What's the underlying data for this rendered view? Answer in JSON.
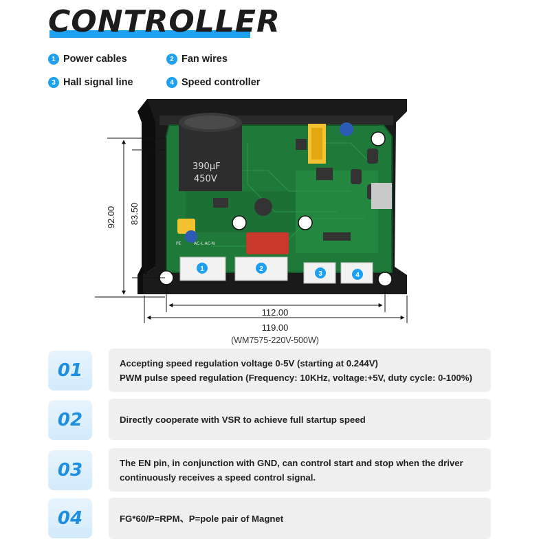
{
  "title": "CONTROLLER",
  "legend": [
    {
      "num": "1",
      "label": "Power cables"
    },
    {
      "num": "2",
      "label": "Fan wires"
    },
    {
      "num": "3",
      "label": "Hall signal line"
    },
    {
      "num": "4",
      "label": "Speed controller"
    }
  ],
  "diagram": {
    "dim_height_outer": "92.00",
    "dim_height_inner": "83.50",
    "dim_width_inner": "112.00",
    "dim_width_outer": "119.00",
    "model": "(WM7575-220V-500W)",
    "capacitor_text_1": "390μF",
    "capacitor_text_2": "450V",
    "board_text_pe": "PE",
    "board_text_acl": "AC-L AC-N",
    "colors": {
      "pcb": "#1f7a3a",
      "chassis": "#1a1a1a",
      "accent": "#1ea0f0",
      "relay": "#c8392b",
      "cap": "#f2c230"
    }
  },
  "features": [
    {
      "num": "01",
      "lines": [
        "Accepting speed regulation voltage 0-5V (starting at 0.244V)",
        "PWM pulse speed regulation (Frequency: 10KHz, voltage:+5V, duty cycle: 0-100%)"
      ]
    },
    {
      "num": "02",
      "lines": [
        "Directly cooperate with VSR to achieve full startup speed"
      ]
    },
    {
      "num": "03",
      "lines": [
        "The EN pin, in conjunction with GND, can control start and stop when the driver",
        "continuously receives a speed control signal."
      ]
    },
    {
      "num": "04",
      "lines": [
        "FG*60/P=RPM、P=pole pair of Magnet"
      ]
    }
  ]
}
